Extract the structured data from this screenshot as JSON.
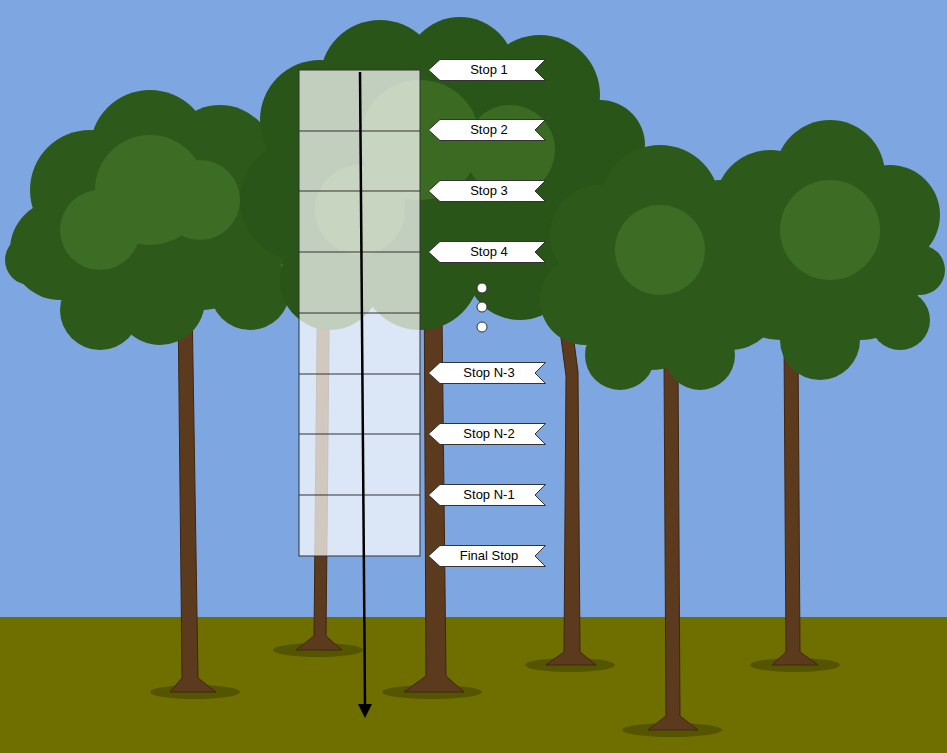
{
  "diagram": {
    "nodes": [
      {
        "text": [
          "Stop 1"
        ]
      },
      {
        "text": [
          "Stop 2"
        ]
      },
      {
        "text": [
          "Stop 3"
        ]
      },
      {
        "text": [
          "Stop 4"
        ]
      },
      {
        "text": [
          "Stop N-3"
        ]
      },
      {
        "text": [
          "Stop N-2"
        ]
      },
      {
        "text": [
          "Stop N-1"
        ]
      },
      {
        "text": [
          "Final Stop"
        ]
      }
    ]
  }
}
